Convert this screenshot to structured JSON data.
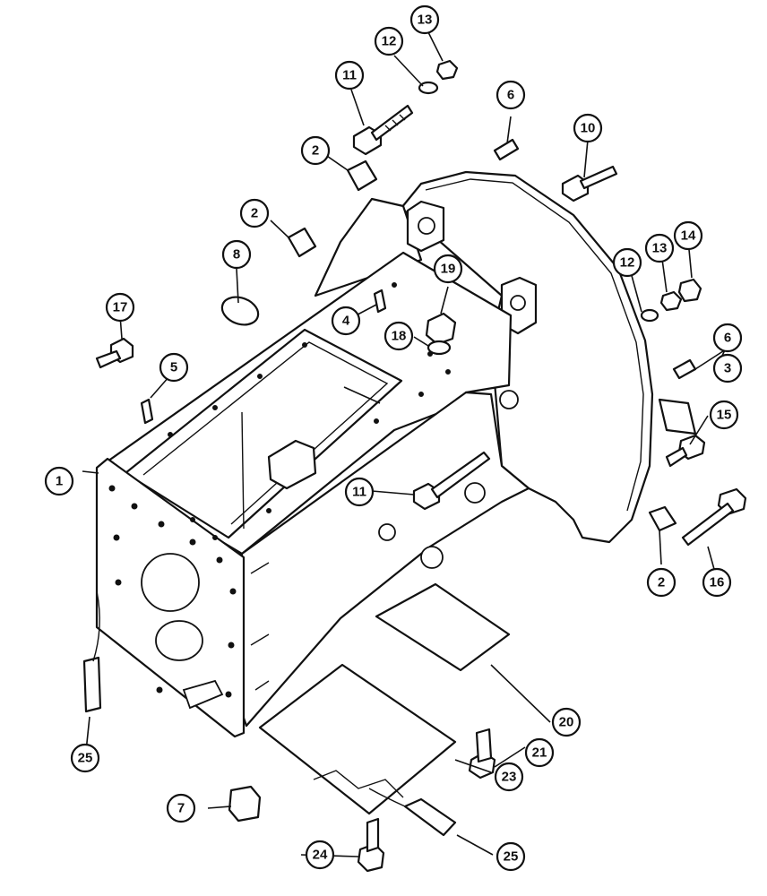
{
  "diagram": {
    "type": "exploded-parts-view",
    "callout_numbers": [
      "1",
      "2",
      "2",
      "2",
      "3",
      "4",
      "5",
      "6",
      "6",
      "7",
      "8",
      "10",
      "11",
      "11",
      "12",
      "12",
      "13",
      "13",
      "14",
      "15",
      "16",
      "17",
      "18",
      "19",
      "20",
      "21",
      "23",
      "24",
      "25",
      "25"
    ]
  }
}
